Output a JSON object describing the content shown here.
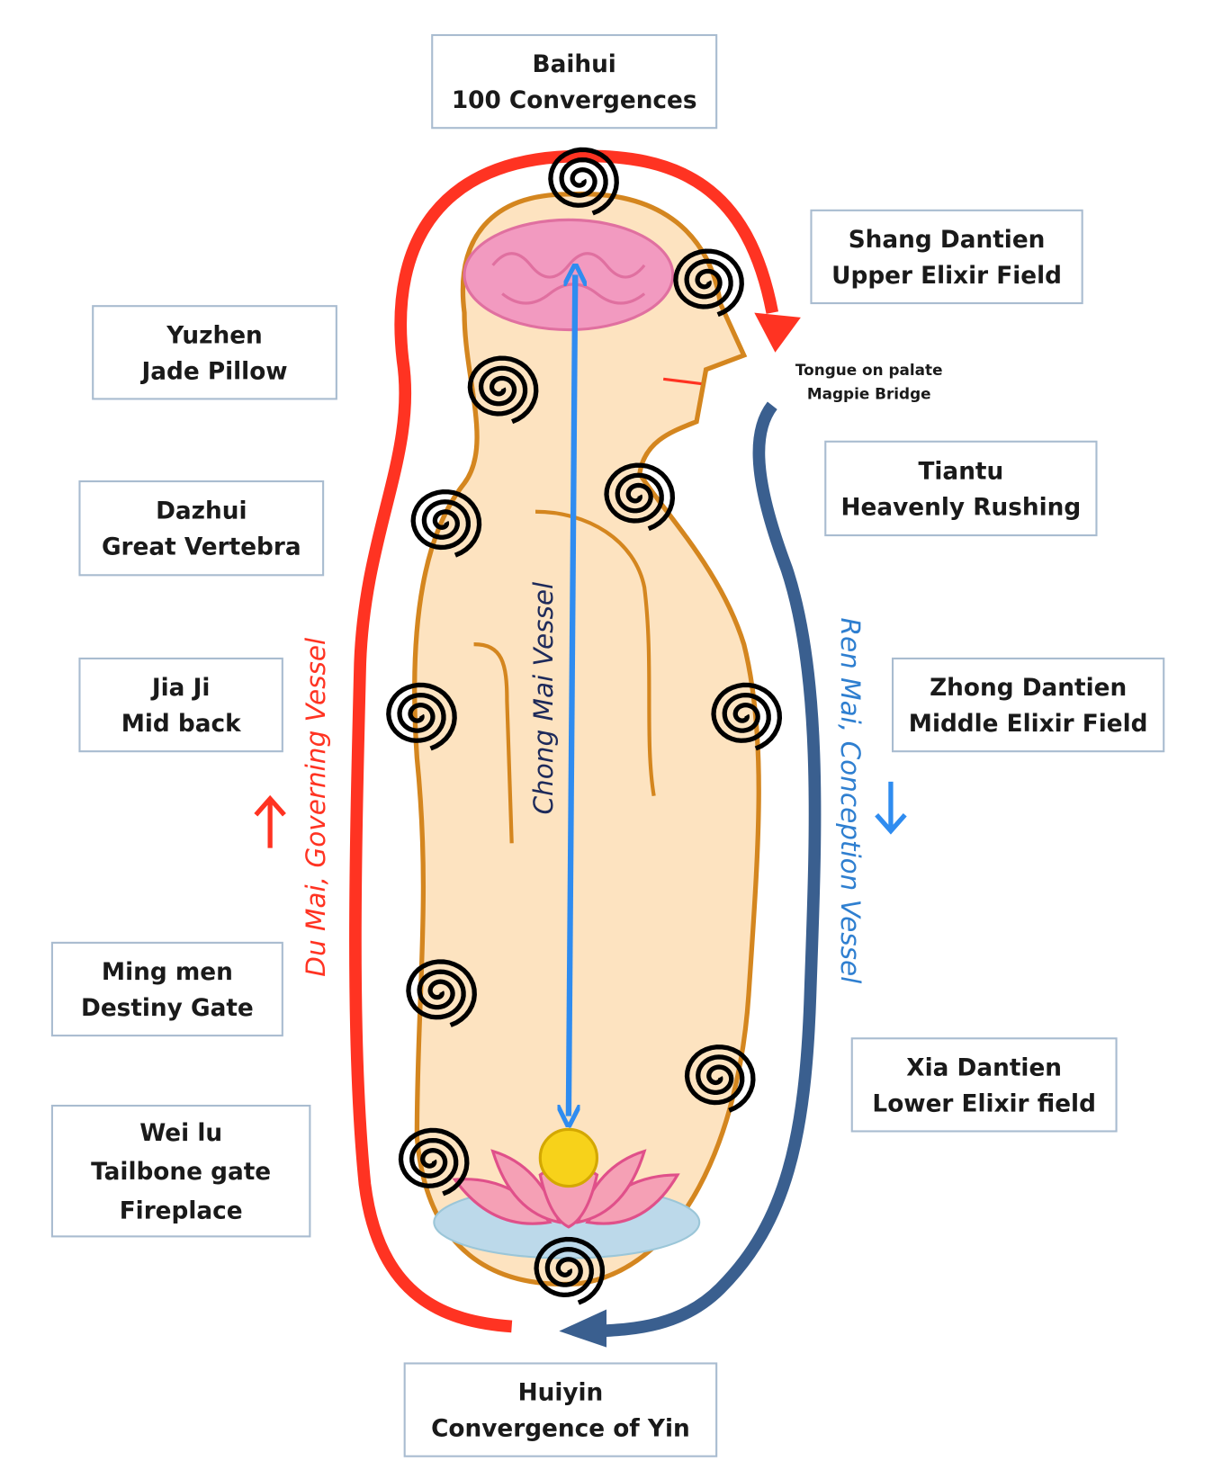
{
  "colors": {
    "du_mai": "#ff3322",
    "ren_mai": "#3a5f8f",
    "chong_mai": "#2f8cf0",
    "body_outline": "#d4861f",
    "body_fill": "#fde3c0",
    "brain": "#f29ac0",
    "pearl": "#f7d21a",
    "lotus": "#f08aa5"
  },
  "labels": {
    "baihui": [
      "Baihui",
      "100 Convergences"
    ],
    "shang": [
      "Shang Dantien",
      "Upper Elixir Field"
    ],
    "yuzhen": [
      "Yuzhen",
      "Jade Pillow"
    ],
    "tongue": [
      "Tongue on palate",
      "Magpie Bridge"
    ],
    "tiantu": [
      "Tiantu",
      "Heavenly Rushing"
    ],
    "dazhui": [
      "Dazhui",
      "Great Vertebra"
    ],
    "jiaji": [
      "Jia Ji",
      "Mid back"
    ],
    "zhong": [
      "Zhong Dantien",
      "Middle Elixir Field"
    ],
    "mingmen": [
      "Ming men",
      "Destiny Gate"
    ],
    "xia": [
      "Xia Dantien",
      "Lower Elixir field"
    ],
    "weilu": [
      "Wei lu",
      "Tailbone gate",
      "Fireplace"
    ],
    "huiyin": [
      "Huiyin",
      "Convergence of Yin"
    ]
  },
  "vessels": {
    "du_mai": "Du Mai,  Governing Vessel",
    "chong_mai": "Chong Mai Vessel",
    "ren_mai": "Ren Mai, Conception Vessel"
  },
  "icons": [
    "spiral-icon",
    "brain-icon",
    "lotus-icon",
    "pearl-icon",
    "arrow-up-icon",
    "arrow-down-icon"
  ]
}
